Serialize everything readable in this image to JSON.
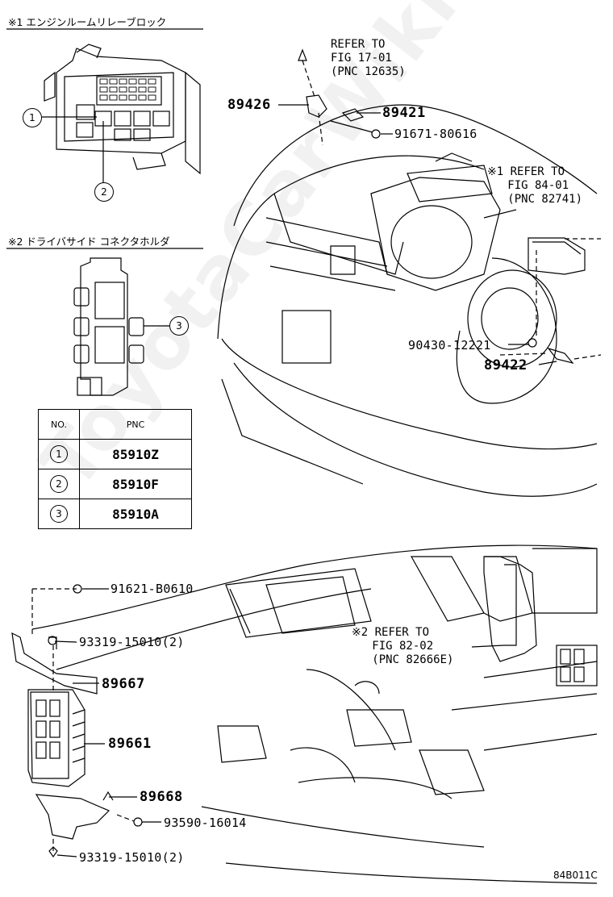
{
  "inset1": {
    "title": "※1 エンジンルームリレーブロック"
  },
  "inset2": {
    "title": "※2 ドライバサイド コネクタホルダ"
  },
  "callouts": [
    "1",
    "2",
    "3"
  ],
  "pnc_table": {
    "headers": [
      "NO.",
      "PNC"
    ],
    "rows": [
      {
        "no": "1",
        "pnc": "85910Z"
      },
      {
        "no": "2",
        "pnc": "85910F"
      },
      {
        "no": "3",
        "pnc": "85910A"
      }
    ]
  },
  "upper_labels": {
    "refer1": "REFER TO\nFIG 17-01\n(PNC 12635)",
    "p89426": "89426",
    "p89421": "89421",
    "p91671": "91671-80616",
    "refer2": "※1 REFER TO\n   FIG 84-01\n   (PNC 82741)",
    "p90430": "90430-12221",
    "p89422": "89422"
  },
  "lower_labels": {
    "p91621": "91621-B0610",
    "p93319a": "93319-15010(2)",
    "refer3": "※2 REFER TO\n   FIG 82-02\n   (PNC 82666E)",
    "p89667": "89667",
    "p89661": "89661",
    "p89668": "89668",
    "p93590": "93590-16014",
    "p93319b": "93319-15010(2)"
  },
  "figure_code": "84B011C",
  "watermark": "ToyotaCarWiki.ru"
}
